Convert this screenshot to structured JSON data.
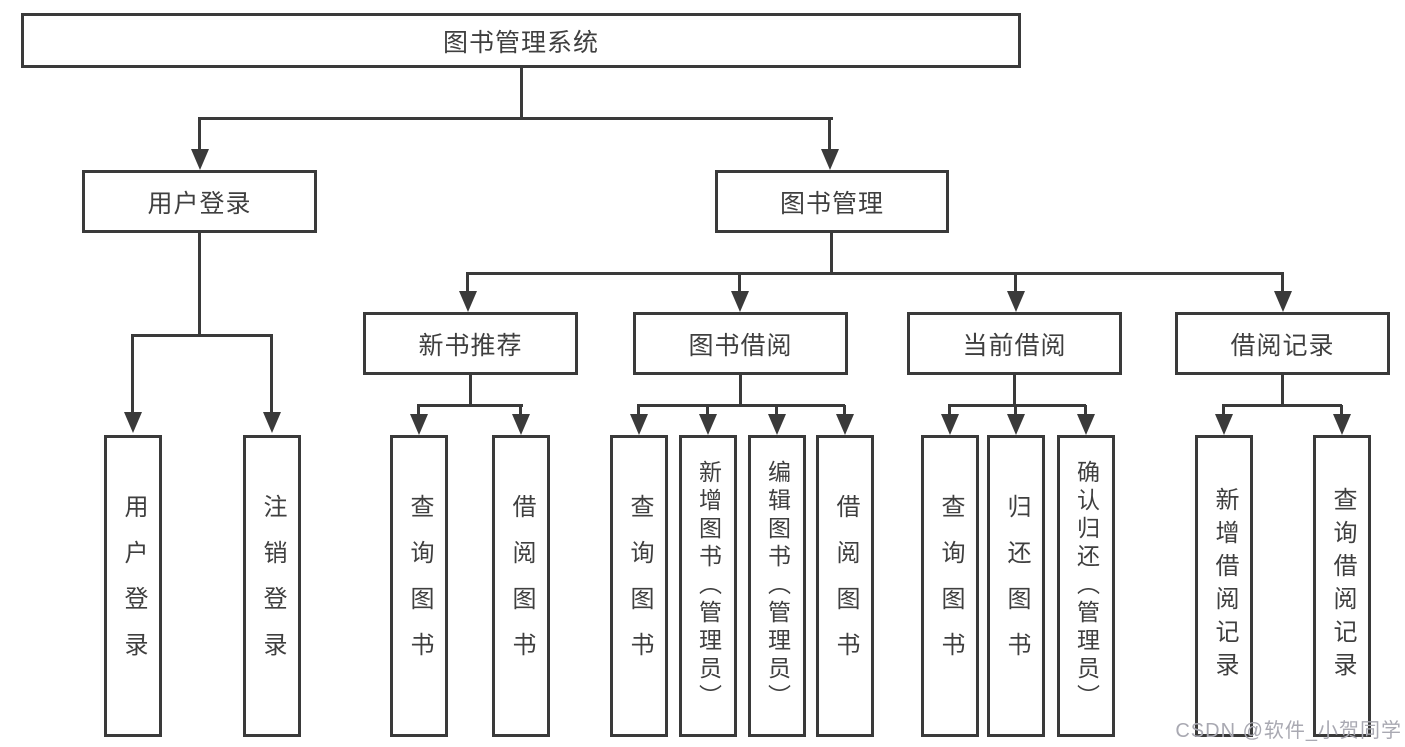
{
  "diagram": {
    "title": "图书管理系统",
    "nodes": {
      "root": {
        "label": "图书管理系统"
      },
      "user_login": {
        "label": "用户登录"
      },
      "book_mgmt": {
        "label": "图书管理"
      },
      "new_book_rec": {
        "label": "新书推荐"
      },
      "book_borrow": {
        "label": "图书借阅"
      },
      "current_borrow": {
        "label": "当前借阅"
      },
      "borrow_record": {
        "label": "借阅记录"
      },
      "login_leaf": {
        "label": "用户登录"
      },
      "logout_leaf": {
        "label": "注销登录"
      },
      "rec_query_book": {
        "label": "查询图书"
      },
      "rec_borrow_book": {
        "label": "借阅图书"
      },
      "bb_query_book": {
        "label": "查询图书"
      },
      "bb_add_book": {
        "label": "新增图书（管理员）"
      },
      "bb_edit_book": {
        "label": "编辑图书（管理员）"
      },
      "bb_borrow_book": {
        "label": "借阅图书"
      },
      "cb_query_book": {
        "label": "查询图书"
      },
      "cb_return_book": {
        "label": "归还图书"
      },
      "cb_confirm_return": {
        "label": "确认归还（管理员）"
      },
      "br_add_record": {
        "label": "新增借阅记录"
      },
      "br_query_record": {
        "label": "查询借阅记录"
      }
    },
    "edges": [
      {
        "parent": "root",
        "children": [
          "user_login",
          "book_mgmt"
        ]
      },
      {
        "parent": "user_login",
        "children": [
          "login_leaf",
          "logout_leaf"
        ]
      },
      {
        "parent": "book_mgmt",
        "children": [
          "new_book_rec",
          "book_borrow",
          "current_borrow",
          "borrow_record"
        ]
      },
      {
        "parent": "new_book_rec",
        "children": [
          "rec_query_book",
          "rec_borrow_book"
        ]
      },
      {
        "parent": "book_borrow",
        "children": [
          "bb_query_book",
          "bb_add_book",
          "bb_edit_book",
          "bb_borrow_book"
        ]
      },
      {
        "parent": "current_borrow",
        "children": [
          "cb_query_book",
          "cb_return_book",
          "cb_confirm_return"
        ]
      },
      {
        "parent": "borrow_record",
        "children": [
          "br_add_record",
          "br_query_record"
        ]
      }
    ],
    "colors": {
      "line": "#3a3a3a",
      "text": "#3f3f3f",
      "watermark": "#a9a9b2",
      "background": "#ffffff"
    },
    "watermark": {
      "text": "CSDN @软件_小贺同学"
    }
  }
}
